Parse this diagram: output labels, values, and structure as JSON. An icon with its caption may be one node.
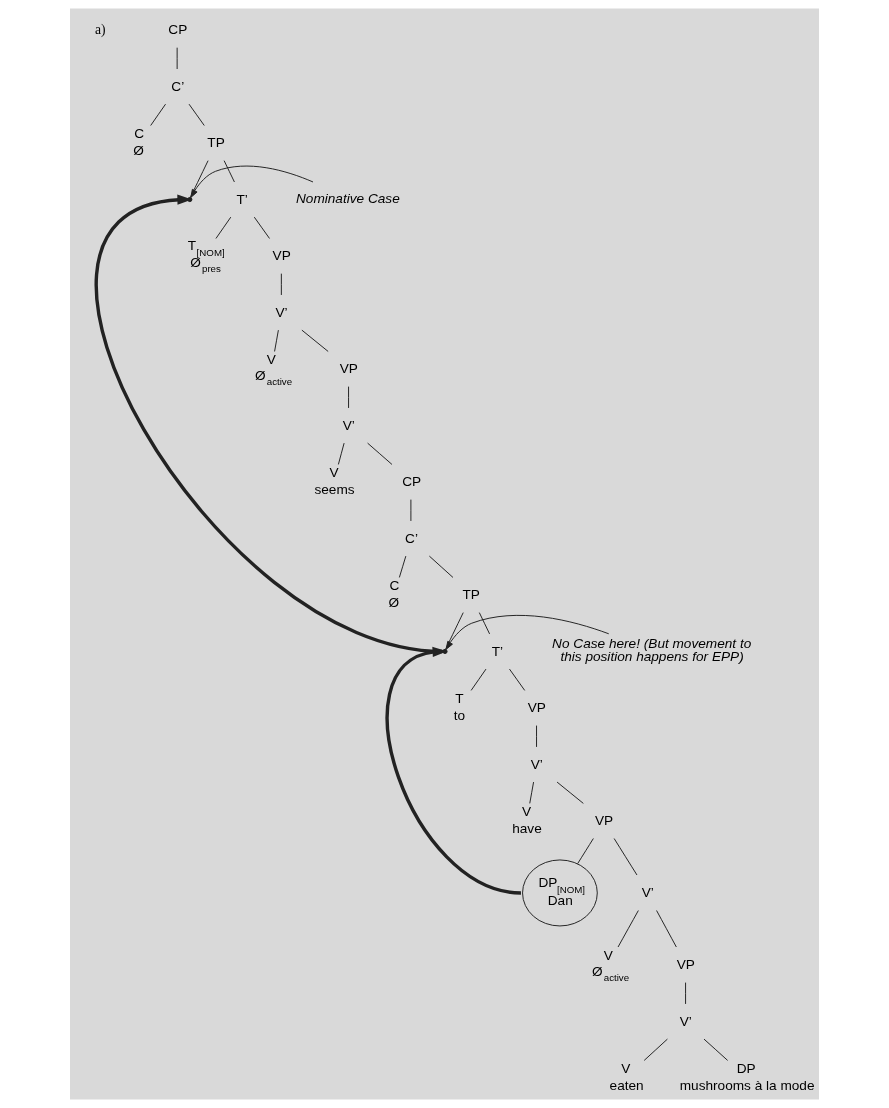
{
  "diagram": {
    "nodes": [
      {
        "text": [
          "CP"
        ]
      },
      {
        "text": [
          "C’"
        ]
      },
      {
        "text": [
          "C",
          "Ø"
        ]
      },
      {
        "text": [
          "TP"
        ]
      },
      {
        "text": [],
        "shape": "point"
      },
      {
        "text": [
          "T’"
        ]
      },
      {
        "text": [
          "T$_{[NOM]}$",
          "Ø$_{pres}$"
        ]
      },
      {
        "text": [
          "VP"
        ]
      },
      {
        "text": [
          "V’"
        ]
      },
      {
        "text": [
          "V",
          "Ø$_{active}$"
        ]
      },
      {
        "text": [
          "VP"
        ]
      },
      {
        "text": [
          "V’"
        ]
      },
      {
        "text": [
          "V",
          "seems"
        ]
      },
      {
        "text": [
          "CP"
        ]
      },
      {
        "text": [
          "C’"
        ]
      },
      {
        "text": [
          "C",
          "Ø"
        ]
      },
      {
        "text": [
          "TP"
        ]
      },
      {
        "text": [],
        "shape": "point"
      },
      {
        "text": [
          "T’"
        ]
      },
      {
        "text": [
          "T",
          "to"
        ]
      },
      {
        "text": [
          "VP"
        ]
      },
      {
        "text": [
          "V’"
        ]
      },
      {
        "text": [
          "V",
          "have"
        ]
      },
      {
        "text": [
          "VP"
        ]
      },
      {
        "text": [
          "DP$_{[NOM]}$",
          "Dan"
        ]
      },
      {
        "text": [
          "V’"
        ]
      },
      {
        "text": [
          "V",
          "Ø$_{active}$"
        ]
      },
      {
        "text": [
          "VP"
        ]
      },
      {
        "text": [
          "V’"
        ]
      },
      {
        "text": [
          "V",
          "eaten"
        ]
      },
      {
        "text": [
          "DP",
          "mushrooms à la mode"
        ]
      },
      {
        "text": [
          "Nominative Case"
        ]
      },
      {
        "text": [
          "No Case here! (But movement to this position happens for EPP)"
        ]
      }
    ],
    "edges": [
      {
        "from": 0,
        "to": 1,
        "arrow": "none"
      },
      {
        "from": 1,
        "to": 2,
        "arrow": "none"
      },
      {
        "from": 1,
        "to": 3,
        "arrow": "none"
      },
      {
        "from": 3,
        "to": 4,
        "arrow": "none"
      },
      {
        "from": 3,
        "to": 5,
        "arrow": "none"
      },
      {
        "from": 5,
        "to": 6,
        "arrow": "none"
      },
      {
        "from": 5,
        "to": 7,
        "arrow": "none"
      },
      {
        "from": 7,
        "to": 8,
        "arrow": "none"
      },
      {
        "from": 8,
        "to": 9,
        "arrow": "none"
      },
      {
        "from": 8,
        "to": 10,
        "arrow": "none"
      },
      {
        "from": 10,
        "to": 11,
        "arrow": "none"
      },
      {
        "from": 11,
        "to": 12,
        "arrow": "none"
      },
      {
        "from": 11,
        "to": 13,
        "arrow": "none"
      },
      {
        "from": 13,
        "to": 14,
        "arrow": "none"
      },
      {
        "from": 14,
        "to": 15,
        "arrow": "none"
      },
      {
        "from": 14,
        "to": 16,
        "arrow": "none"
      },
      {
        "from": 16,
        "to": 17,
        "arrow": "none"
      },
      {
        "from": 16,
        "to": 18,
        "arrow": "none"
      },
      {
        "from": 18,
        "to": 19,
        "arrow": "none"
      },
      {
        "from": 18,
        "to": 20,
        "arrow": "none"
      },
      {
        "from": 20,
        "to": 21,
        "arrow": "none"
      },
      {
        "from": 21,
        "to": 22,
        "arrow": "none"
      },
      {
        "from": 21,
        "to": 23,
        "arrow": "none"
      },
      {
        "from": 23,
        "to": 24,
        "arrow": "none"
      },
      {
        "from": 23,
        "to": 25,
        "arrow": "none"
      },
      {
        "from": 25,
        "to": 26,
        "arrow": "none"
      },
      {
        "from": 25,
        "to": 27,
        "arrow": "none"
      },
      {
        "from": 27,
        "to": 28,
        "arrow": "none"
      },
      {
        "from": 28,
        "to": 29,
        "arrow": "none"
      },
      {
        "from": 28,
        "to": 30,
        "arrow": "none"
      },
      {
        "from": 31,
        "to": 4,
        "arrow": "to"
      },
      {
        "from": 32,
        "to": 17,
        "arrow": "to"
      },
      {
        "from": 24,
        "to": 17,
        "arrow": "to",
        "style": "thick"
      },
      {
        "from": 17,
        "to": 4,
        "arrow": "to",
        "style": "thick"
      }
    ],
    "labels": [
      "a)"
    ]
  }
}
